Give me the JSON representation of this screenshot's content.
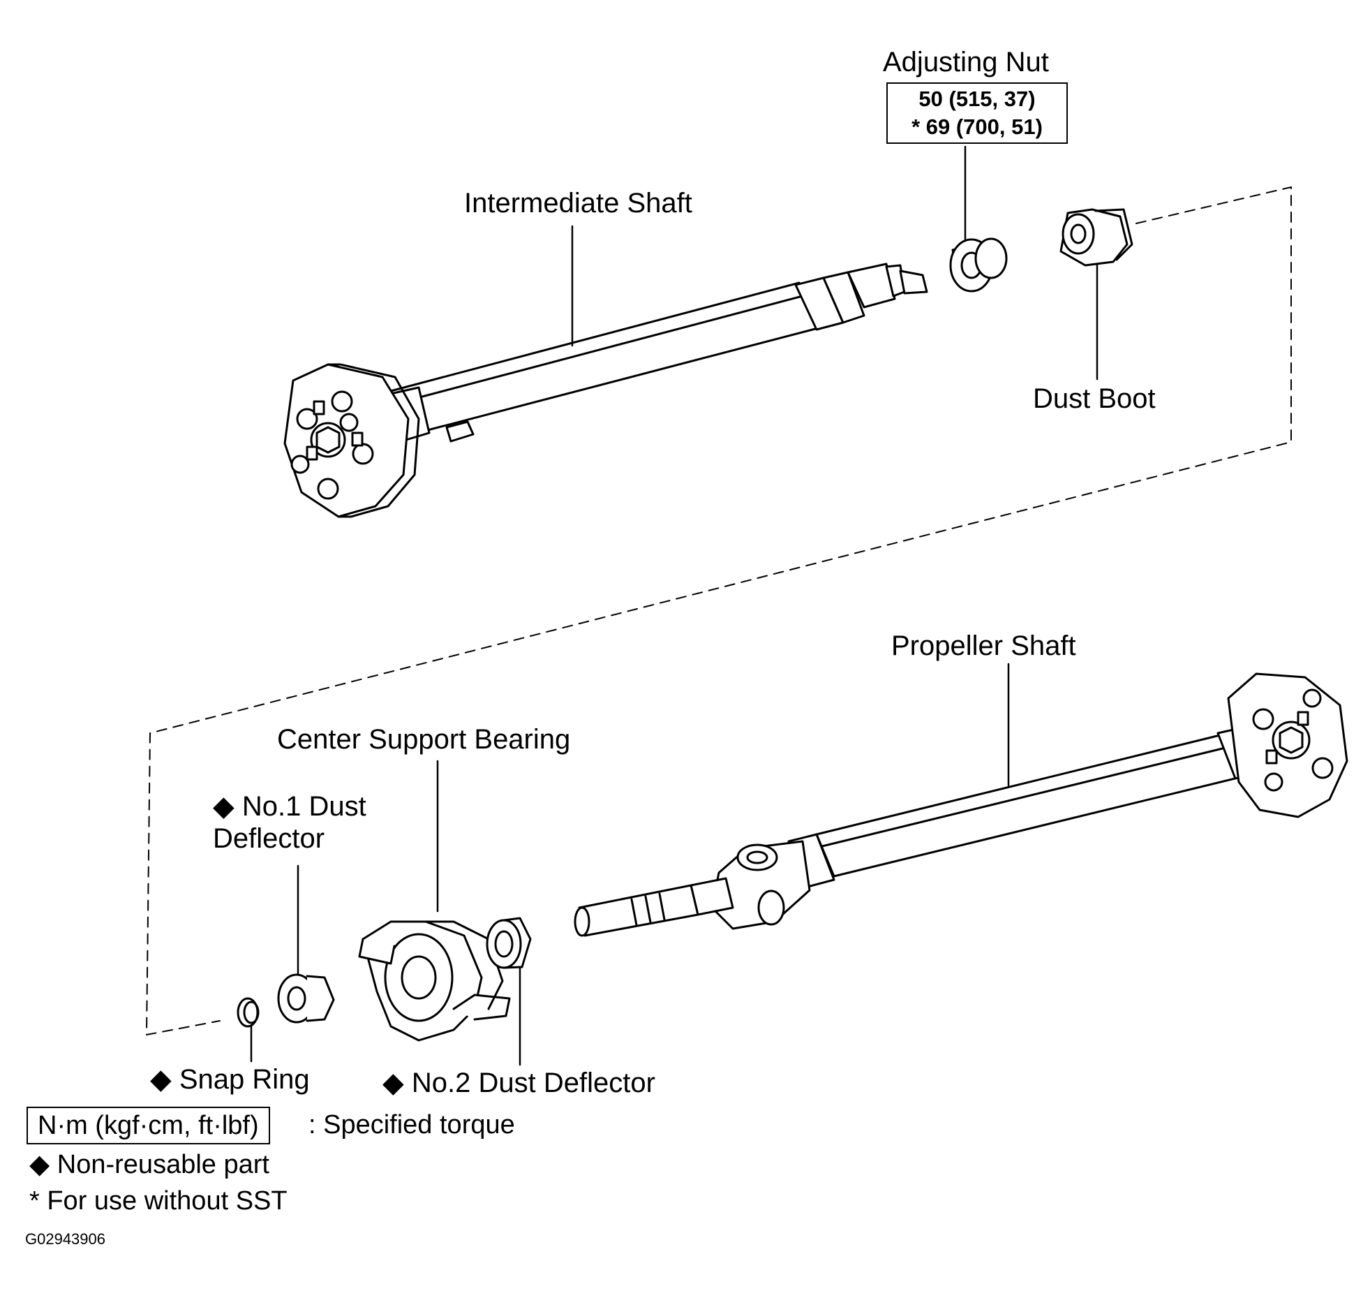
{
  "labels": {
    "adjusting_nut": "Adjusting Nut",
    "intermediate_shaft": "Intermediate Shaft",
    "dust_boot": "Dust Boot",
    "propeller_shaft": "Propeller Shaft",
    "center_support_bearing": "Center Support Bearing",
    "no1_dust_deflector_line1": "◆ No.1 Dust",
    "no1_dust_deflector_line2": "Deflector",
    "snap_ring": "◆ Snap Ring",
    "no2_dust_deflector": "◆ No.2 Dust Deflector"
  },
  "torque": {
    "line1": "50 (515, 37)",
    "line2": "* 69 (700, 51)"
  },
  "legend": {
    "unit_box": "N·m (kgf·cm, ft·lbf)",
    "unit_desc": ": Specified torque",
    "non_reusable": "◆ Non-reusable part",
    "sst_note": "* For use without SST"
  },
  "figure_id": "G02943906"
}
